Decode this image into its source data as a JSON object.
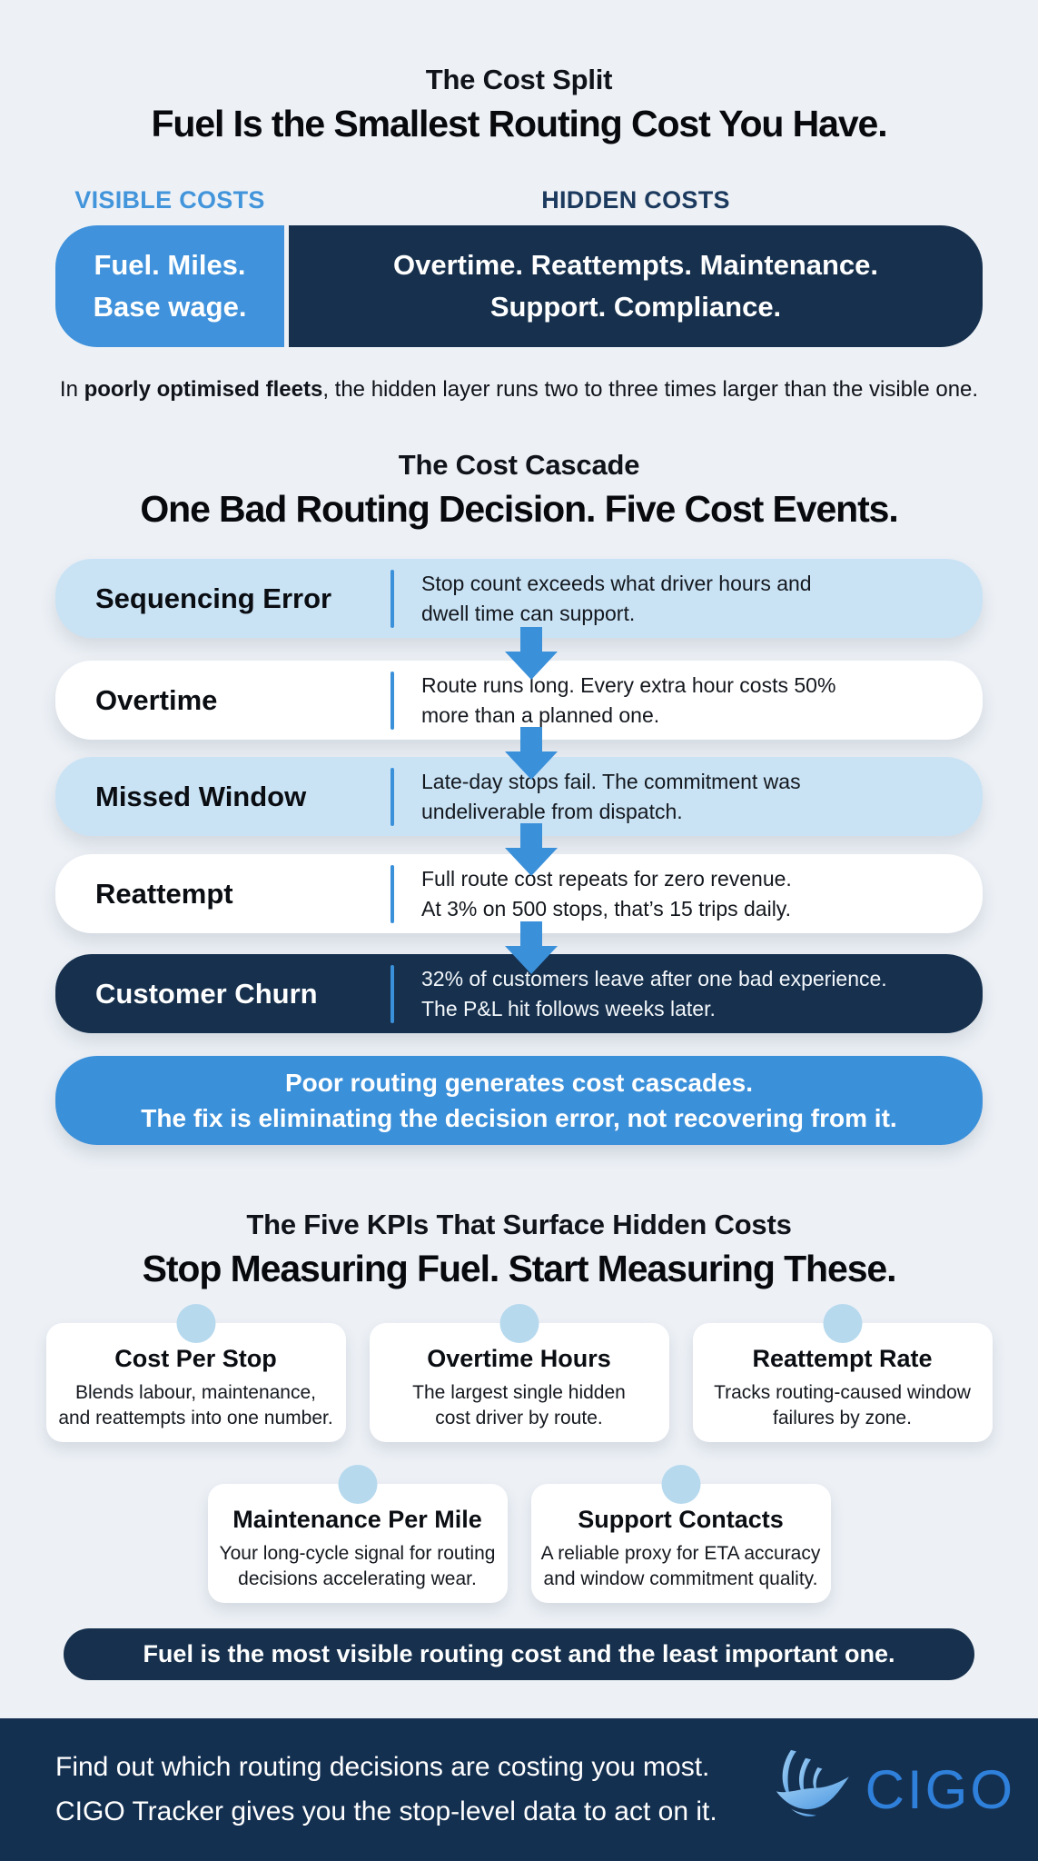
{
  "cost_split": {
    "kicker": "The Cost Split",
    "headline": "Fuel Is the Smallest Routing Cost You Have.",
    "visible_label": "VISIBLE COSTS",
    "hidden_label": "HIDDEN COSTS",
    "visible_box": "Fuel. Miles.\nBase wage.",
    "hidden_box": "Overtime. Reattempts. Maintenance.\nSupport. Compliance.",
    "note_prefix": "In ",
    "note_bold": "poorly optimised fleets",
    "note_suffix": ", the hidden layer runs two to three times larger than the visible one."
  },
  "cascade": {
    "kicker": "The Cost Cascade",
    "headline": "One Bad Routing Decision. Five Cost Events.",
    "rows": [
      {
        "title": "Sequencing Error",
        "desc": "Stop count exceeds what driver hours and\ndwell time can support."
      },
      {
        "title": "Overtime",
        "desc": "Route runs long. Every extra hour costs 50%\nmore than a planned one."
      },
      {
        "title": "Missed Window",
        "desc": "Late-day stops fail. The commitment was\nundeliverable from dispatch."
      },
      {
        "title": "Reattempt",
        "desc": "Full route cost repeats for zero revenue.\nAt 3% on 500 stops, that’s 15 trips daily."
      },
      {
        "title": "Customer Churn",
        "desc": "32% of customers leave after one bad experience.\nThe P&L hit follows weeks later."
      }
    ],
    "callout": "Poor routing generates cost cascades.\nThe fix is eliminating the decision error, not recovering from it."
  },
  "kpis": {
    "kicker": "The Five KPIs That Surface Hidden Costs",
    "headline": "Stop Measuring Fuel. Start Measuring These.",
    "cards": [
      {
        "title": "Cost Per Stop",
        "desc": "Blends labour, maintenance,\nand reattempts into one number."
      },
      {
        "title": "Overtime Hours",
        "desc": "The largest single hidden\ncost driver by route."
      },
      {
        "title": "Reattempt Rate",
        "desc": "Tracks routing-caused window\nfailures by zone."
      },
      {
        "title": "Maintenance Per Mile",
        "desc": "Your long-cycle signal for routing\ndecisions accelerating wear."
      },
      {
        "title": "Support Contacts",
        "desc": "A reliable proxy for ETA accuracy\nand window commitment quality."
      }
    ],
    "banner": "Fuel is the most visible routing cost and the least important one."
  },
  "footer": {
    "text": "Find out which routing decisions are costing you most.\nCIGO Tracker gives you the stop-level data to act on it.",
    "brand": "CIGO"
  },
  "colors": {
    "accent_blue": "#3b90da",
    "navy": "#16304d",
    "light_row_blue": "#c9e3f5",
    "footer_navy": "#143051",
    "background": "#edf1f6"
  }
}
